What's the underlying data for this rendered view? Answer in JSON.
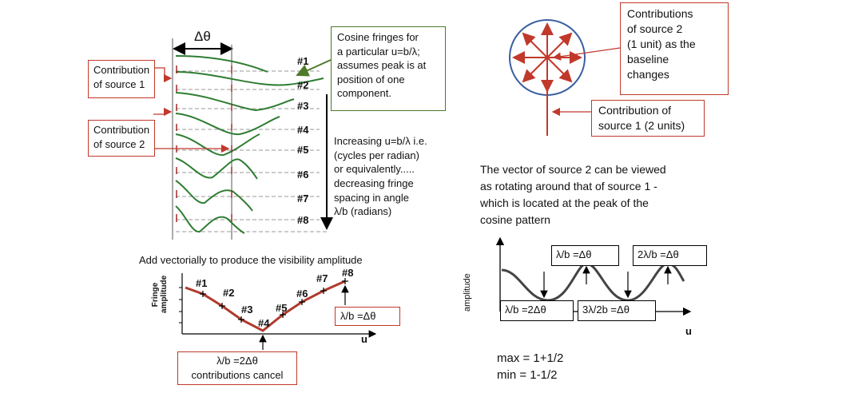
{
  "left_panel": {
    "delta_theta": "Δθ",
    "row_labels": [
      "#1",
      "#2",
      "#3",
      "#4",
      "#5",
      "#6",
      "#7",
      "#8"
    ],
    "source1_box": "Contribution\nof source 1",
    "source2_box": "Contribution\nof source 2",
    "fringe_box": "Cosine fringes  for\na particular u=b/λ;\nassumes peak is at\nposition of one\ncomponent.",
    "increasing_text": "Increasing  u=b/λ i.e.\n(cycles per radian)\nor equivalently.....\ndecreasing fringe\nspacing in angle\nλ/b  (radians)",
    "add_text": "Add vectorially to produce the visibility amplitude",
    "y_axis_label": "Fringe\namplitude",
    "x_axis_label": "u",
    "point_labels": [
      "#1",
      "#2",
      "#3",
      "#4",
      "#5",
      "#6",
      "#7",
      "#8"
    ],
    "cancel_box": "λ/b =2Δθ\ncontributions cancel",
    "right_small_box": "λ/b =Δθ"
  },
  "right_panel": {
    "source2_box": "Contributions\nof source 2\n(1 unit) as the\nbaseline\nchanges",
    "source1_box": "Contribution  of\nsource 1 (2 units)",
    "vector_text": "The vector of source 2 can be viewed\nas rotating around that of source 1 -\nwhich is located at the peak of the\ncosine pattern",
    "y_axis_label": "amplitude",
    "x_axis_label": "u",
    "labels": [
      "λ/b =Δθ",
      "2λ/b =Δθ",
      "λ/b =2Δθ",
      "3λ/2b =Δθ"
    ],
    "max_text": "max = 1+1/2",
    "min_text": "min =  1-1/2"
  },
  "colors": {
    "red": "#c0392b",
    "green": "#2e7d32",
    "blue": "#3a5fa0",
    "box_green": "#4e7a2a"
  }
}
